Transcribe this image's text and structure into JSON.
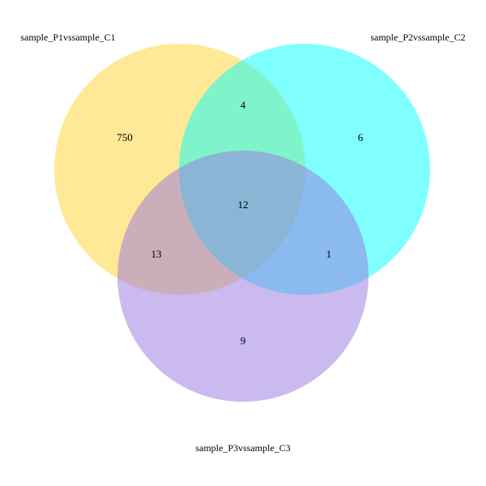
{
  "sets": [
    {
      "id": "A",
      "label": "sample_P1vssample_C1",
      "color": "#FFD740"
    },
    {
      "id": "B",
      "label": "sample_P2vssample_C2",
      "color": "#00FFFF"
    },
    {
      "id": "C",
      "label": "sample_P3vssample_C3",
      "color": "#9575E0"
    }
  ],
  "regions": {
    "A_only": "750",
    "B_only": "6",
    "C_only": "9",
    "A_B": "4",
    "A_C": "13",
    "B_C": "1",
    "A_B_C": "12"
  }
}
